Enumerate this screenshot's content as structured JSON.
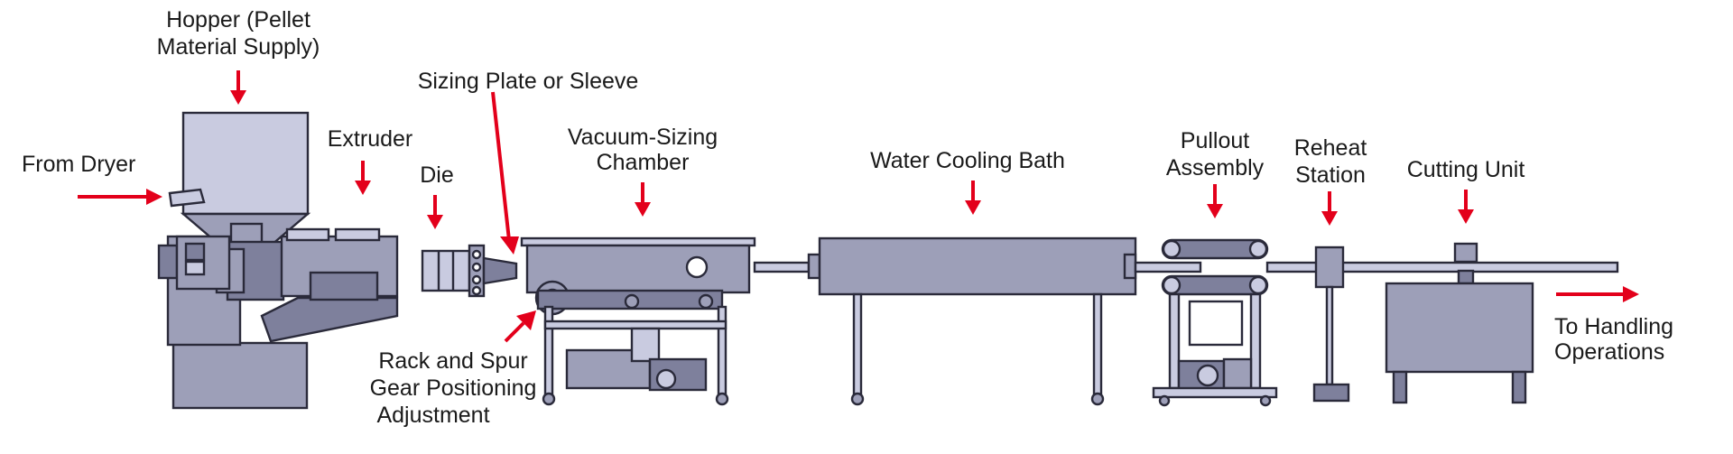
{
  "labels": {
    "hopper_line1": "Hopper (Pellet",
    "hopper_line2": "Material Supply)",
    "from_dryer": "From Dryer",
    "extruder": "Extruder",
    "die": "Die",
    "sizing_plate": "Sizing Plate or Sleeve",
    "vacuum_line1": "Vacuum-Sizing",
    "vacuum_line2": "Chamber",
    "water_bath": "Water Cooling Bath",
    "pullout_line1": "Pullout",
    "pullout_line2": "Assembly",
    "reheat_line1": "Reheat",
    "reheat_line2": "Station",
    "cutting": "Cutting Unit",
    "handling_line1": "To Handling",
    "handling_line2": "Operations",
    "rack_line1": "Rack and Spur",
    "rack_line2": "Gear Positioning",
    "rack_line3": "Adjustment"
  },
  "colors": {
    "machine": "#9d9fb8",
    "machine_dark": "#7e809c",
    "machine_light": "#c9cbe0",
    "outline": "#2a2a3a",
    "arrow": "#e3001b"
  }
}
